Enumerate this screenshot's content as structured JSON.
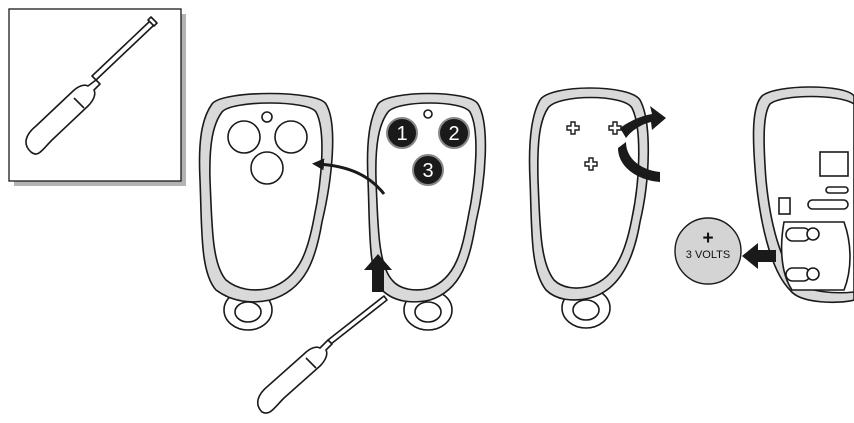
{
  "figure": {
    "button_labels": [
      "1",
      "2",
      "3"
    ],
    "battery": {
      "plus": "+",
      "voltage": "3 VOLTS"
    },
    "colors": {
      "line": "#1a1a1a",
      "shell_gray": "#d9d9d9",
      "button_fill": "#1a1a1a",
      "battery_fill": "#d4d4d4",
      "tool_box_shadow": "#b3b3b3"
    },
    "icons": [
      "screwdriver-icon",
      "up-arrow-icon",
      "curved-arrow-icon",
      "rotate-arrow-icon",
      "left-arrow-icon",
      "screw-cross-icon"
    ]
  }
}
